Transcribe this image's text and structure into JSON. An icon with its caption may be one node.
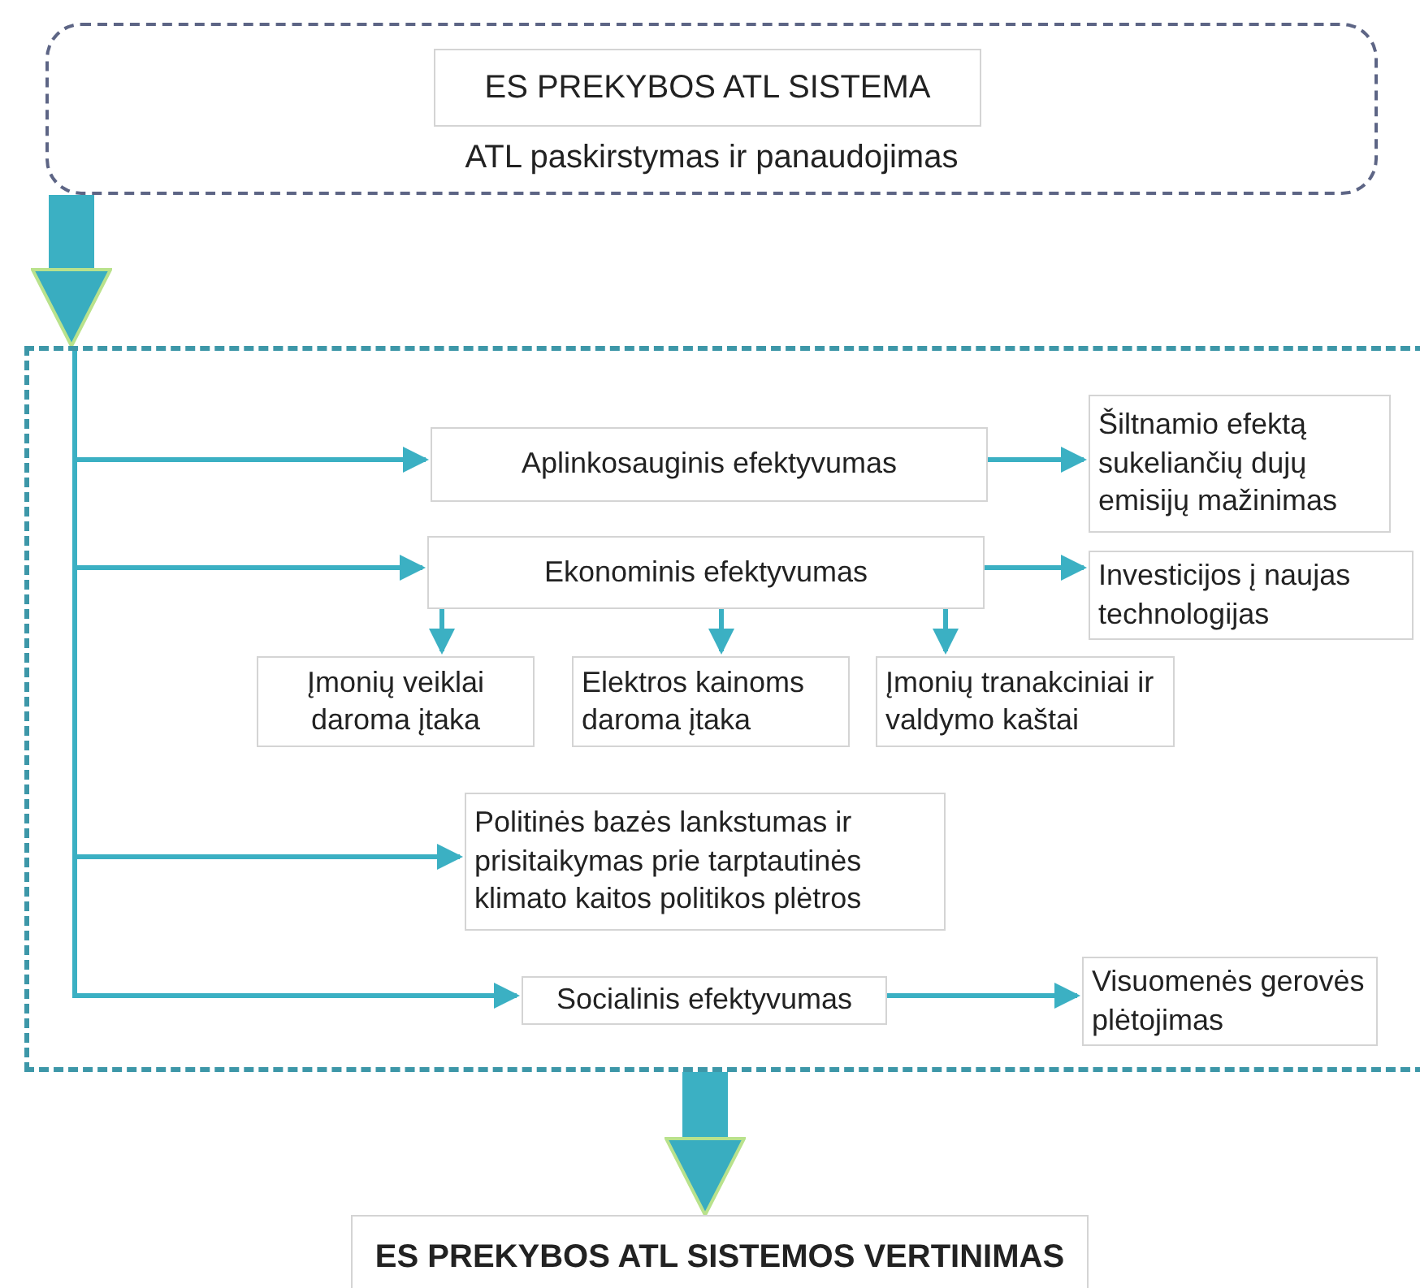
{
  "diagram": {
    "nodes": [
      {
        "text": [
          "ATL paskirstymas ir panaudojimas"
        ]
      },
      {
        "text": [
          "ES PREKYBOS ATL SISTEMA"
        ],
        "in": 0
      },
      {
        "text": [],
        "shape": "box"
      },
      {
        "text": [
          "Aplinkosauginis efektyvumas"
        ],
        "in": 2
      },
      {
        "text": [
          "Šiltnamio efektą sukeliančių dujų emisijų mažinimas"
        ],
        "in": 2
      },
      {
        "text": [
          "Ekonominis efektyvumas"
        ],
        "in": 2
      },
      {
        "text": [
          "Investicijos į naujas technologijas"
        ],
        "in": 2
      },
      {
        "text": [
          "Įmonių veiklai daroma įtaka"
        ],
        "in": 2
      },
      {
        "text": [
          "Elektros kainoms daroma įtaka"
        ],
        "in": 2
      },
      {
        "text": [
          "Įmonių tranakciniai ir valdymo kaštai"
        ],
        "in": 2
      },
      {
        "text": [
          "Politinės bazės lankstumas ir prisitaikymas prie tarptautinės klimato kaitos politikos plėtros"
        ],
        "in": 2
      },
      {
        "text": [
          "Socialinis efektyvumas"
        ],
        "in": 2
      },
      {
        "text": [
          "Visuomenės gerovės plėtojimas"
        ],
        "in": 2
      },
      {
        "text": [
          "ES PREKYBOS ATL SISTEMOS VERTINIMAS"
        ]
      }
    ],
    "edges": [
      {
        "from": 0,
        "to": 2,
        "arrow": "to",
        "style": "thick"
      },
      {
        "from": 2,
        "to": 3,
        "arrow": "to"
      },
      {
        "from": 2,
        "to": 5,
        "arrow": "to"
      },
      {
        "from": 2,
        "to": 10,
        "arrow": "to"
      },
      {
        "from": 2,
        "to": 11,
        "arrow": "to"
      },
      {
        "from": 3,
        "to": 4,
        "arrow": "to"
      },
      {
        "from": 5,
        "to": 6,
        "arrow": "to"
      },
      {
        "from": 5,
        "to": 7,
        "arrow": "to"
      },
      {
        "from": 5,
        "to": 8,
        "arrow": "to"
      },
      {
        "from": 5,
        "to": 9,
        "arrow": "to"
      },
      {
        "from": 11,
        "to": 12,
        "arrow": "to"
      },
      {
        "from": 2,
        "to": 13,
        "arrow": "to",
        "style": "thick"
      }
    ]
  }
}
